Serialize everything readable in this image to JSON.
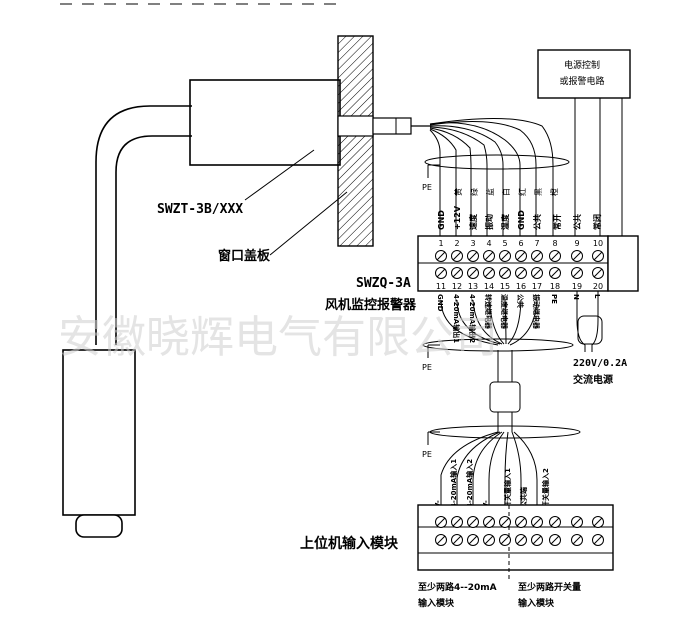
{
  "labels": {
    "sensor_model": "SWZT-3B/XXX",
    "window_cover": "窗口盖板",
    "alarm_model": "SWZQ-3A",
    "alarm_name": "风机监控报警器",
    "power_box_line1": "电源控制",
    "power_box_line2": "或报警电路",
    "ac_rating": "220V/0.2A",
    "ac_name": "交流电源",
    "host_module": "上位机输入模块",
    "analog_line1": "至少两路4--20mA",
    "analog_line2": "输入模块",
    "switch_line1": "至少两路开关量",
    "switch_line2": "输入模块",
    "pe_top": "PE",
    "pe_mid": "PE",
    "pe_bottom": "PE"
  },
  "top_terminals": {
    "numbers": [
      "1",
      "2",
      "3",
      "4",
      "5",
      "6",
      "7",
      "8",
      "9",
      "10"
    ],
    "labels": [
      "GND",
      "+12V",
      "速度",
      "振动",
      "温度",
      "GND",
      "公共",
      "常开",
      "公共",
      "常闭"
    ],
    "wire_tags": [
      "黄",
      "绿",
      "蓝",
      "白",
      "红",
      "黑",
      "橙"
    ]
  },
  "bottom_terminals": {
    "numbers": [
      "11",
      "12",
      "13",
      "14",
      "15",
      "16",
      "17",
      "18",
      "19",
      "20"
    ],
    "labels": [
      "GND",
      "4-20mA输出1",
      "4-20mA输出2",
      "转速继电器",
      "温度继电器",
      "公共",
      "振动继电器",
      "PE",
      "N",
      "L"
    ]
  },
  "host_terminals": {
    "labels": [
      "V-",
      "4-20mA输入1",
      "4-20mA输入2",
      "V-",
      "开关量输入1",
      "公共端",
      "开关量输入2"
    ]
  },
  "watermark": "安徽晓辉电气有限公司"
}
